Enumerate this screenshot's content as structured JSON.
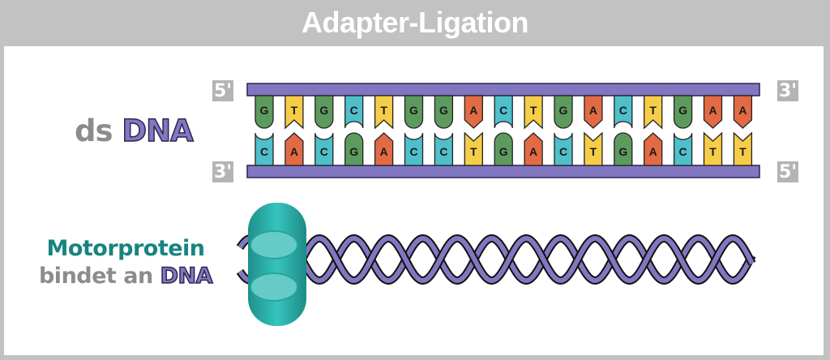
{
  "title": "Adapter-Ligation",
  "ds_dna_label": {
    "prefix": "ds",
    "dna": "DNA"
  },
  "motor_label": {
    "line1": "Motorprotein",
    "line2_prefix": "bindet an",
    "line2_dna": "DNA"
  },
  "strand_ends": {
    "top_left": "5'",
    "top_right": "3'",
    "bottom_left": "3'",
    "bottom_right": "5'"
  },
  "top_strand": [
    "G",
    "T",
    "G",
    "C",
    "T",
    "G",
    "G",
    "A",
    "C",
    "T",
    "G",
    "A",
    "C",
    "T",
    "G",
    "A",
    "A"
  ],
  "bottom_strand": [
    "C",
    "A",
    "C",
    "G",
    "A",
    "C",
    "C",
    "T",
    "G",
    "A",
    "C",
    "T",
    "G",
    "A",
    "C",
    "T",
    "T"
  ],
  "base_colors": {
    "A": "#e26a45",
    "T": "#f6cd48",
    "G": "#5d9a5e",
    "C": "#4fbfca"
  },
  "colors": {
    "backbone": "#8177c0",
    "protein": "#2fb5b0",
    "protein_light": "#66cbc6"
  }
}
